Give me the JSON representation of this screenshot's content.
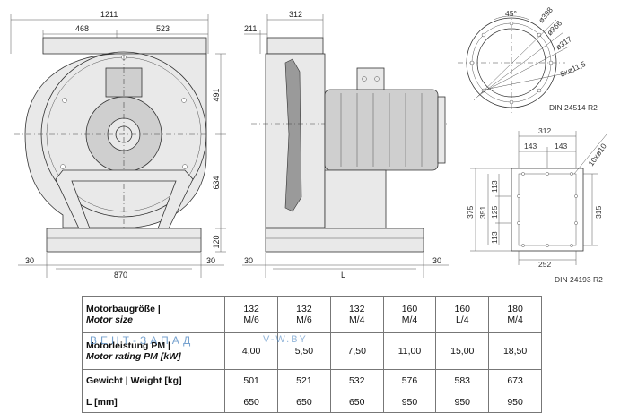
{
  "front_view": {
    "dims": {
      "overall_width": "1211",
      "left_part": "468",
      "right_part": "523",
      "height_upper": "491",
      "height_mid": "634",
      "height_base": "120",
      "base_width": "870",
      "base_left_offset": "30",
      "base_right_offset": "30"
    }
  },
  "side_view": {
    "dims": {
      "top_width": "312",
      "inlet_offset": "211",
      "base_left_offset": "30",
      "base_right_offset": "30",
      "length": "L"
    }
  },
  "flange_round": {
    "angle": "45°",
    "d1": "ø398",
    "d2": "ø366",
    "d3": "ø317",
    "holes": "8xø11,5",
    "standard": "DIN 24514 R2"
  },
  "flange_square": {
    "outer": "312",
    "half_left": "143",
    "half_right": "143",
    "holes": "10xø10",
    "h_total": "375",
    "h_inner": "351",
    "h_seg1": "113",
    "h_seg2": "125",
    "h_seg3": "113",
    "h_right": "315",
    "bottom": "252",
    "standard": "DIN 24193 R2"
  },
  "table": {
    "rows": [
      {
        "label_de": "Motorbaugröße |",
        "label_en": "Motor size",
        "values": [
          "132\nM/6",
          "132\nM/6",
          "132\nM/4",
          "160\nM/4",
          "160\nL/4",
          "180\nM/4"
        ]
      },
      {
        "label_de": "Motorleistung PM |",
        "label_en": "Motor rating PM [kW]",
        "values": [
          "4,00",
          "5,50",
          "7,50",
          "11,00",
          "15,00",
          "18,50"
        ]
      },
      {
        "label_de": "Gewicht | Weight [kg]",
        "label_en": "",
        "values": [
          "501",
          "521",
          "532",
          "576",
          "583",
          "673"
        ]
      },
      {
        "label_de": "L [mm]",
        "label_en": "",
        "values": [
          "650",
          "650",
          "650",
          "950",
          "950",
          "950"
        ]
      }
    ]
  },
  "watermark": {
    "left": "ВЕНТ-ЗАПАД",
    "right": "V-W.BY"
  }
}
